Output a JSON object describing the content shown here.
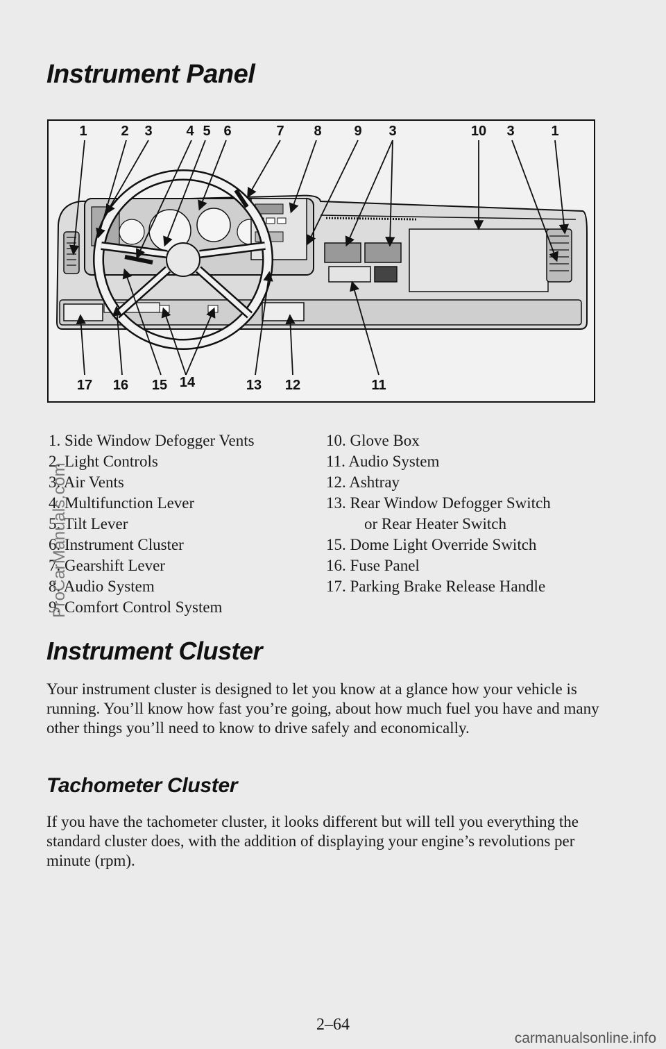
{
  "title": "Instrument Panel",
  "figure": {
    "top_callouts": [
      "1",
      "2",
      "3",
      "4",
      "5",
      "6",
      "7",
      "8",
      "9",
      "3",
      "10",
      "3",
      "1"
    ],
    "bottom_callouts": [
      "17",
      "16",
      "15",
      "14",
      "13",
      "12",
      "11"
    ]
  },
  "legend_left": [
    "1. Side Window Defogger Vents",
    "2. Light Controls",
    "3. Air Vents",
    "4. Multifunction Lever",
    "5. Tilt Lever",
    "6. Instrument Cluster",
    "7. Gearshift Lever",
    "8. Audio System",
    "9. Comfort Control System"
  ],
  "legend_right": [
    "10. Glove Box",
    "11. Audio System",
    "12. Ashtray",
    "13. Rear Window Defogger Switch",
    "or Rear Heater Switch",
    "15. Dome Light Override Switch",
    "16. Fuse Panel",
    "17. Parking Brake Release Handle"
  ],
  "section_cluster": {
    "heading": "Instrument Cluster",
    "text": "Your instrument cluster is designed to let you know at a glance how your vehicle is running. You’ll know how fast you’re going, about how much fuel you have and many other things you’ll need to know to drive safely and economically."
  },
  "section_tach": {
    "heading": "Tachometer Cluster",
    "text": "If you have the tachometer cluster, it looks different but will tell you everything the standard cluster does, with the addition of displaying your engine’s revolutions per minute (rpm)."
  },
  "page_number": "2–64",
  "watermark_side": "ProCarManuals.com",
  "watermark_bottom": "carmanualsonline.info"
}
